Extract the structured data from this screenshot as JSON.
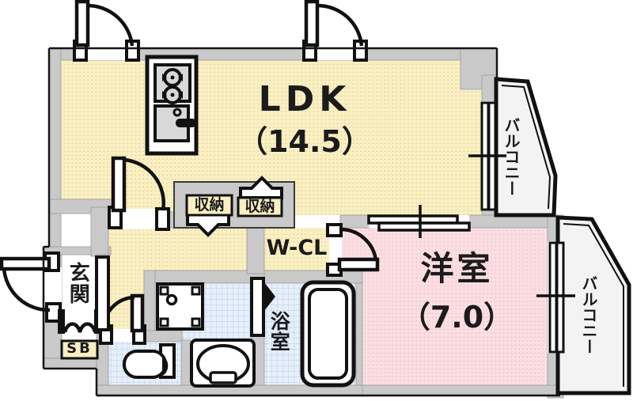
{
  "plan": {
    "title": "apartment floor plan",
    "rooms": {
      "ldk": {
        "label": "LDK",
        "size": "（14.5）"
      },
      "bedroom": {
        "label": "洋室",
        "size": "（7.0）"
      },
      "walk_in_closet": {
        "label": "W-CL"
      },
      "storage_left": {
        "label": "収納"
      },
      "storage_right": {
        "label": "収納"
      },
      "entrance": {
        "label": "玄関"
      },
      "shoe_box": {
        "label": "SB"
      },
      "bathroom": {
        "label": "浴室"
      },
      "balcony_top": {
        "label": "バルコニー"
      },
      "balcony_bottom": {
        "label": "バルコニー"
      }
    },
    "colors": {
      "wall": "#c9c9c9",
      "ldk_floor": "#f9efc2",
      "bedroom_floor": "#fbdee2",
      "wet_floor": "#e4eef9",
      "balcony_floor": "#f3f3f3",
      "label_box": "#f9efc2",
      "line": "#111111"
    }
  }
}
